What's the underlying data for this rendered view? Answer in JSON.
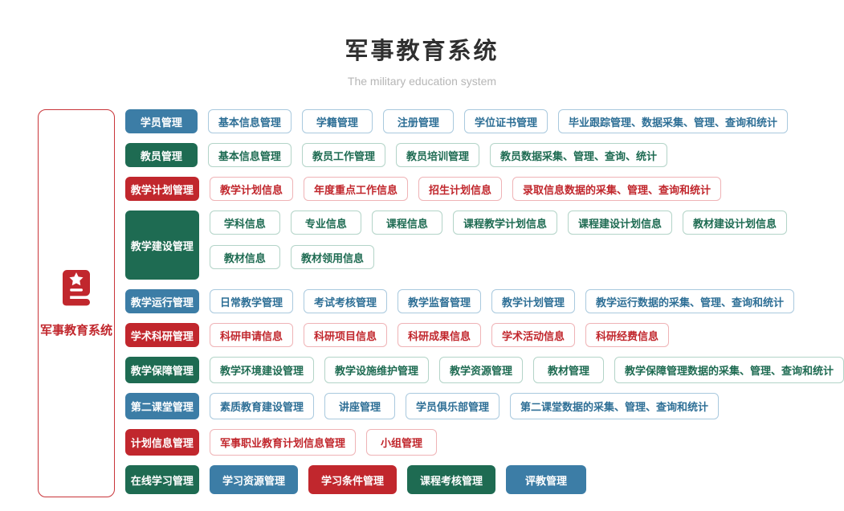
{
  "page": {
    "title": "军事教育系统",
    "subtitle": "The military education system"
  },
  "sidebar": {
    "label": "军事教育系统",
    "icon": "book-star-icon"
  },
  "palette": {
    "blue": "#3C7DA6",
    "green": "#1E6B52",
    "red": "#C1272D"
  },
  "rows": [
    {
      "category": {
        "label": "学员管理",
        "color": "blue"
      },
      "items": [
        {
          "label": "基本信息管理",
          "color": "blue"
        },
        {
          "label": "学籍管理",
          "color": "blue"
        },
        {
          "label": "注册管理",
          "color": "blue"
        },
        {
          "label": "学位证书管理",
          "color": "blue"
        },
        {
          "label": "毕业跟踪管理、数据采集、管理、查询和统计",
          "color": "blue"
        }
      ]
    },
    {
      "category": {
        "label": "教员管理",
        "color": "green"
      },
      "items": [
        {
          "label": "基本信息管理",
          "color": "green"
        },
        {
          "label": "教员工作管理",
          "color": "green"
        },
        {
          "label": "教员培训管理",
          "color": "green"
        },
        {
          "label": "教员数据采集、管理、查询、统计",
          "color": "green"
        }
      ]
    },
    {
      "category": {
        "label": "教学计划管理",
        "color": "red"
      },
      "items": [
        {
          "label": "教学计划信息",
          "color": "red"
        },
        {
          "label": "年度重点工作信息",
          "color": "red"
        },
        {
          "label": "招生计划信息",
          "color": "red"
        },
        {
          "label": "录取信息数据的采集、管理、查询和统计",
          "color": "red"
        }
      ]
    },
    {
      "category": {
        "label": "教学建设管理",
        "color": "green"
      },
      "lines": [
        [
          {
            "label": "学科信息",
            "color": "green"
          },
          {
            "label": "专业信息",
            "color": "green"
          },
          {
            "label": "课程信息",
            "color": "green"
          },
          {
            "label": "课程教学计划信息",
            "color": "green"
          },
          {
            "label": "课程建设计划信息",
            "color": "green"
          },
          {
            "label": "教材建设计划信息",
            "color": "green"
          }
        ],
        [
          {
            "label": "教材信息",
            "color": "green"
          },
          {
            "label": "教材领用信息",
            "color": "green"
          }
        ]
      ]
    },
    {
      "category": {
        "label": "教学运行管理",
        "color": "blue"
      },
      "items": [
        {
          "label": "日常教学管理",
          "color": "blue"
        },
        {
          "label": "考试考核管理",
          "color": "blue"
        },
        {
          "label": "教学监督管理",
          "color": "blue"
        },
        {
          "label": "教学计划管理",
          "color": "blue"
        },
        {
          "label": "教学运行数据的采集、管理、查询和统计",
          "color": "blue"
        }
      ]
    },
    {
      "category": {
        "label": "学术科研管理",
        "color": "red"
      },
      "items": [
        {
          "label": "科研申请信息",
          "color": "red"
        },
        {
          "label": "科研项目信息",
          "color": "red"
        },
        {
          "label": "科研成果信息",
          "color": "red"
        },
        {
          "label": "学术活动信息",
          "color": "red"
        },
        {
          "label": "科研经费信息",
          "color": "red"
        }
      ]
    },
    {
      "category": {
        "label": "教学保障管理",
        "color": "green"
      },
      "items": [
        {
          "label": "教学环境建设管理",
          "color": "green"
        },
        {
          "label": "教学设施维护管理",
          "color": "green"
        },
        {
          "label": "教学资源管理",
          "color": "green"
        },
        {
          "label": "教材管理",
          "color": "green"
        },
        {
          "label": "教学保障管理数据的采集、管理、查询和统计",
          "color": "green"
        }
      ]
    },
    {
      "category": {
        "label": "第二课堂管理",
        "color": "blue"
      },
      "items": [
        {
          "label": "素质教育建设管理",
          "color": "blue"
        },
        {
          "label": "讲座管理",
          "color": "blue"
        },
        {
          "label": "学员俱乐部管理",
          "color": "blue"
        },
        {
          "label": "第二课堂数据的采集、管理、查询和统计",
          "color": "blue"
        }
      ]
    },
    {
      "category": {
        "label": "计划信息管理",
        "color": "red"
      },
      "items": [
        {
          "label": "军事职业教育计划信息管理",
          "color": "red"
        },
        {
          "label": "小组管理",
          "color": "red"
        }
      ]
    },
    {
      "category": {
        "label": "在线学习管理",
        "color": "green"
      },
      "items": [
        {
          "label": "学习资源管理",
          "color": "blue"
        },
        {
          "label": "学习条件管理",
          "color": "red"
        },
        {
          "label": "课程考核管理",
          "color": "green"
        },
        {
          "label": "评教管理",
          "color": "blue"
        }
      ]
    }
  ]
}
